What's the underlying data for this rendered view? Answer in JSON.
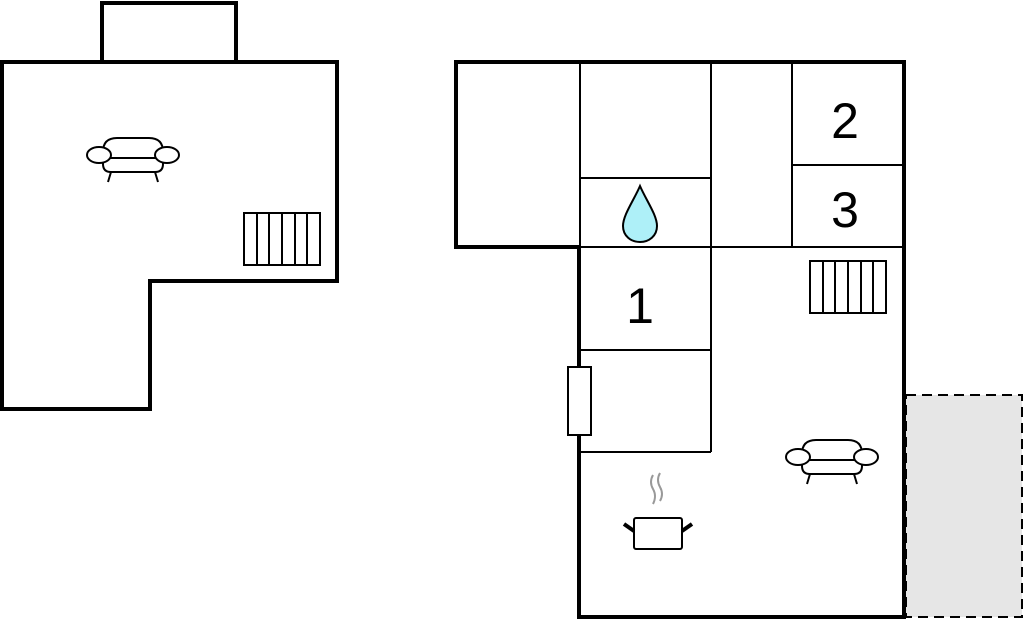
{
  "floor_plan": {
    "room_labels": [
      "1",
      "2",
      "3"
    ],
    "colors": {
      "wall": "#000000",
      "water_drop": "#aef0f8",
      "terrace": "#e6e6e6",
      "steam": "#999999"
    },
    "icons": [
      "sofa-icon",
      "radiator-icon",
      "water-drop-icon",
      "cooking-pot-icon",
      "window-icon"
    ]
  }
}
